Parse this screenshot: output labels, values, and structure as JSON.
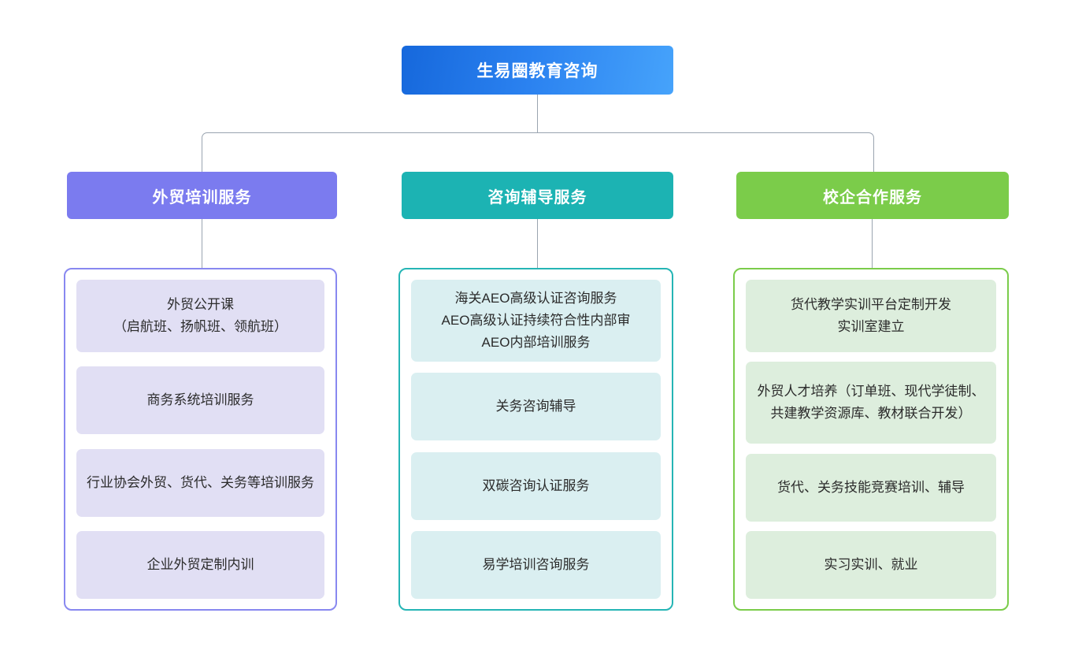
{
  "chart_data": {
    "type": "diagram",
    "subtype": "organization-tree",
    "title": "生易圈教育咨询",
    "root": {
      "label": "生易圈教育咨询",
      "color": "#1668dc"
    },
    "branches": [
      {
        "label": "外贸培训服务",
        "color": "#7b7bef",
        "chip_color": "#e1dff4",
        "items": [
          "外贸公开课\n（启航班、扬帆班、领航班）",
          "商务系统培训服务",
          "行业协会外贸、货代、关务等培训服务",
          "企业外贸定制内训"
        ]
      },
      {
        "label": "咨询辅导服务",
        "color": "#1cb3b3",
        "chip_color": "#daeff1",
        "items": [
          "海关AEO高级认证咨询服务\nAEO高级认证持续符合性内部审\nAEO内部培训服务",
          "关务咨询辅导",
          "双碳咨询认证服务",
          "易学培训咨询服务"
        ]
      },
      {
        "label": "校企合作服务",
        "color": "#7bcc4a",
        "chip_color": "#ddeedd",
        "items": [
          "货代教学实训平台定制开发\n实训室建立",
          "外贸人才培养（订单班、现代学徒制、共建教学资源库、教材联合开发）",
          "货代、关务技能竞赛培训、辅导",
          "实习实训、就业"
        ]
      }
    ],
    "connector_color": "#9aa4b0",
    "background": "#ffffff"
  }
}
